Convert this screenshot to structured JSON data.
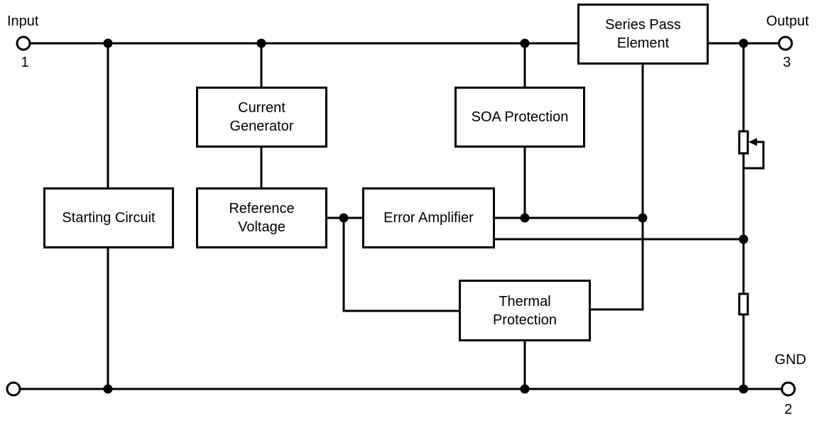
{
  "diagram": {
    "terminals": {
      "input": {
        "label": "Input",
        "pin": "1"
      },
      "output": {
        "label": "Output",
        "pin": "3"
      },
      "gnd": {
        "label": "GND",
        "pin": "2"
      }
    },
    "blocks": {
      "series_pass": {
        "label": "Series Pass\nElement"
      },
      "current_generator": {
        "label": "Current\nGenerator"
      },
      "soa_protection": {
        "label": "SOA Protection"
      },
      "starting_circuit": {
        "label": "Starting Circuit"
      },
      "reference_voltage": {
        "label": "Reference\nVoltage"
      },
      "error_amplifier": {
        "label": "Error Amplifier"
      },
      "thermal_protection": {
        "label": "Thermal\nProtection"
      }
    },
    "symbols": {
      "potentiometer": "adjustable-resistor-with-wiper",
      "resistor": "fixed-resistor"
    },
    "colors": {
      "line": "#000000",
      "background": "#ffffff",
      "text": "#000000"
    }
  }
}
